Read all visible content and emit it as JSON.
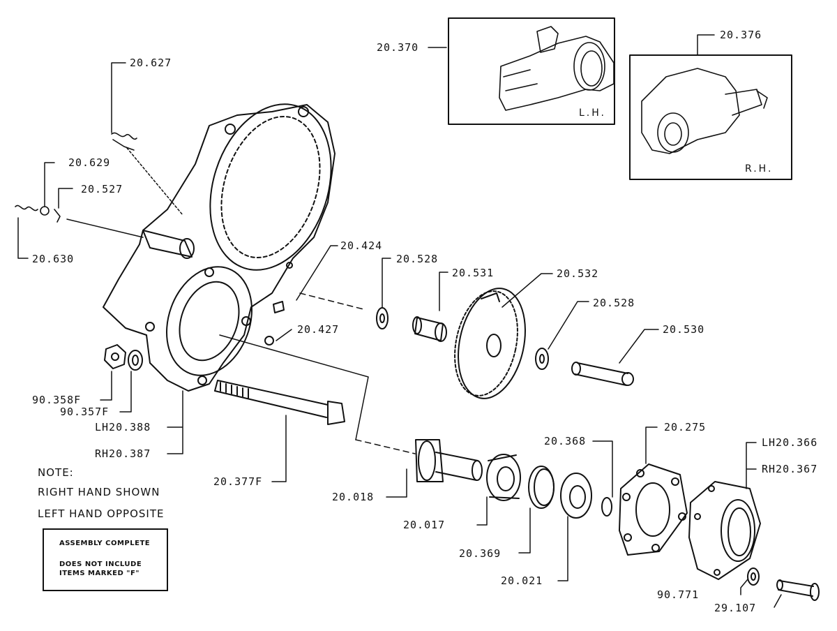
{
  "diagram": {
    "part_labels": {
      "p20_370": "20.370",
      "p20_376": "20.376",
      "p20_627": "20.627",
      "p20_629": "20.629",
      "p20_527": "20.527",
      "p20_630": "20.630",
      "p20_424": "20.424",
      "p20_528a": "20.528",
      "p20_531": "20.531",
      "p20_532": "20.532",
      "p20_528b": "20.528",
      "p20_427": "20.427",
      "p20_530": "20.530",
      "p90_358f": "90.358F",
      "p90_357f": "90.357F",
      "lh20_388": "LH20.388",
      "rh20_387": "RH20.387",
      "p20_377f": "20.377F",
      "p20_018": "20.018",
      "p20_017": "20.017",
      "p20_369": "20.369",
      "p20_021": "20.021",
      "p20_368": "20.368",
      "p20_275": "20.275",
      "lh20_366": "LH20.366",
      "rh20_367": "RH20.367",
      "p90_771": "90.771",
      "p29_107": "29.107"
    },
    "inset_lh": "L.H.",
    "inset_rh": "R.H.",
    "note": {
      "line1": "NOTE:",
      "line2": "RIGHT HAND SHOWN",
      "line3": "LEFT HAND OPPOSITE"
    },
    "box_note": {
      "line1": "ASSEMBLY COMPLETE",
      "line2": "DOES NOT INCLUDE",
      "line3": "ITEMS MARKED \"F\""
    }
  }
}
